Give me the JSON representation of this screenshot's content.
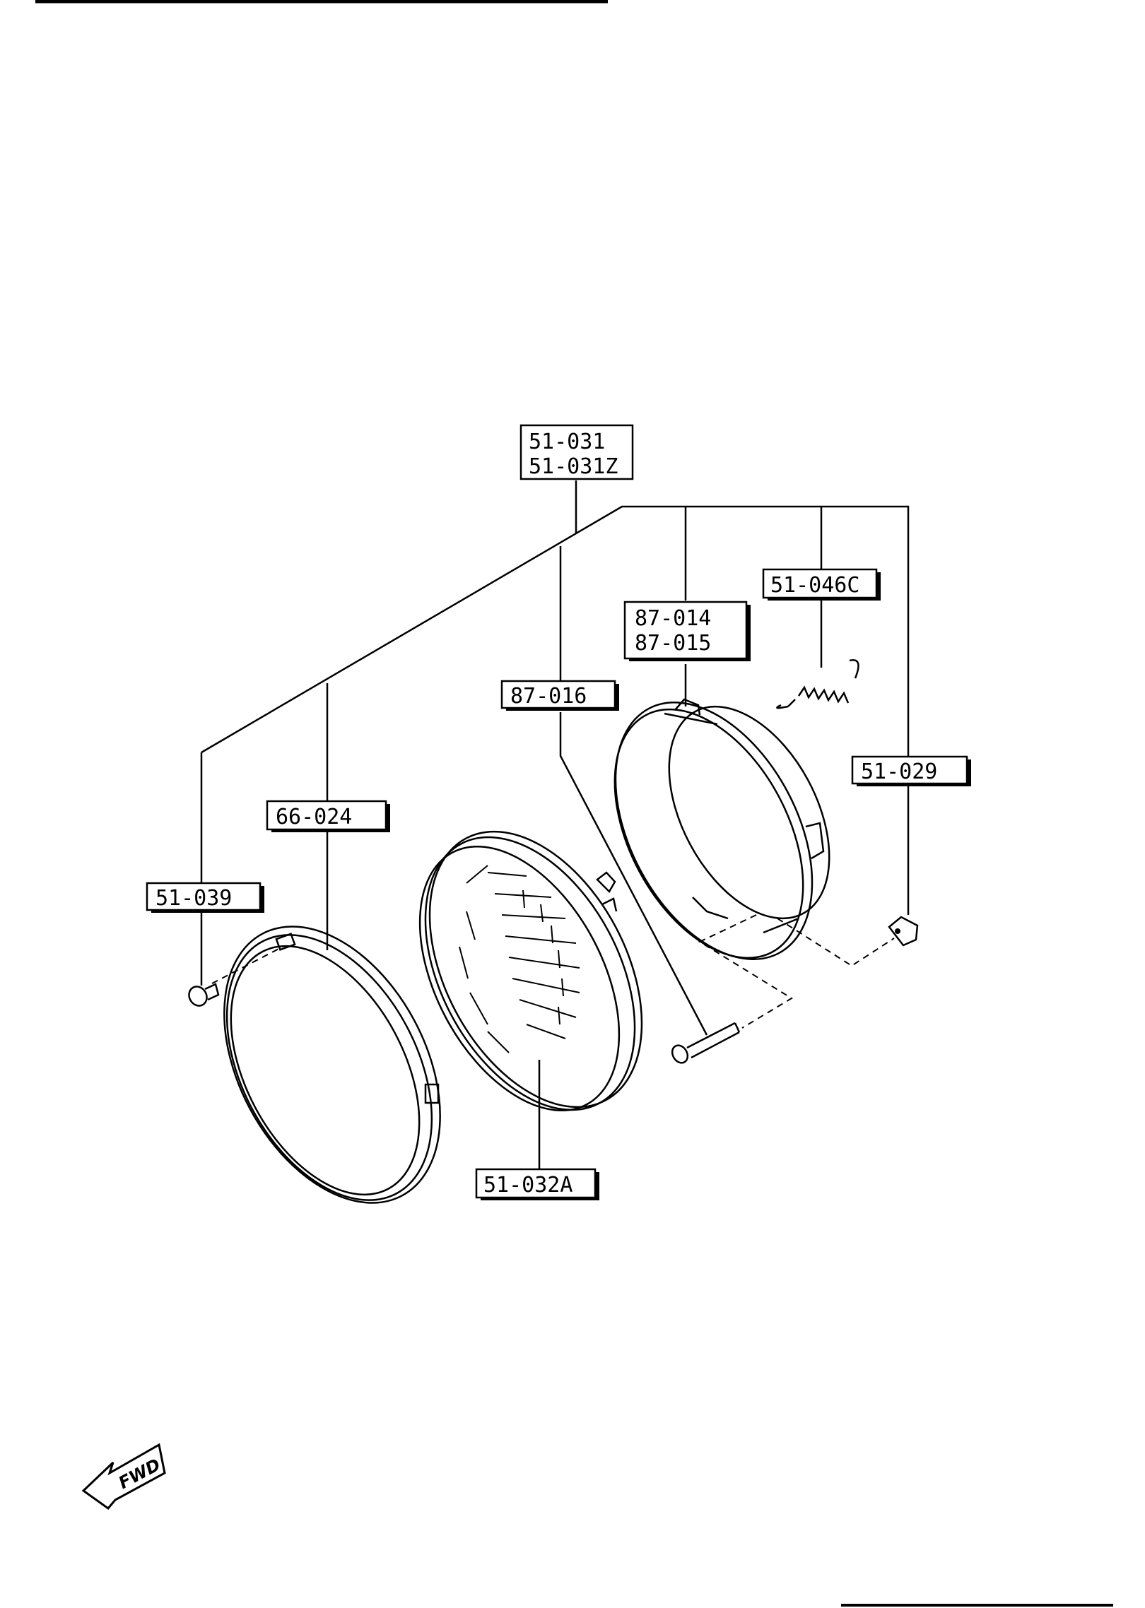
{
  "labels": {
    "p51_031": "51-031",
    "p51_031z": "51-031Z",
    "p51_046c": "51-046C",
    "p87_014": "87-014",
    "p87_015": "87-015",
    "p87_016": "87-016",
    "p51_029": "51-029",
    "p66_024": "66-024",
    "p51_039": "51-039",
    "p51_032a": "51-032A"
  },
  "fwd_label": "FWD"
}
